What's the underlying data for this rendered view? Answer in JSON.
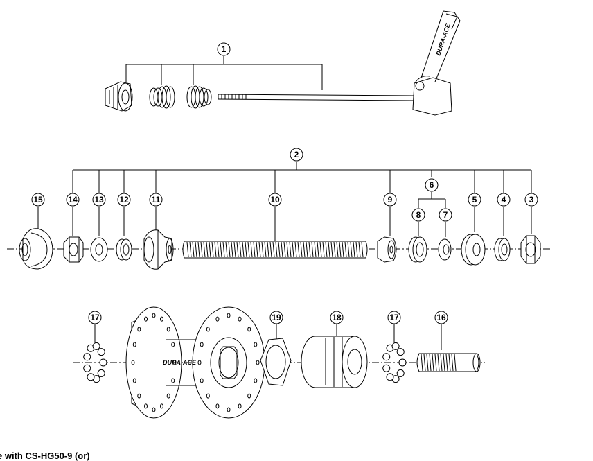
{
  "callouts": {
    "c1": "1",
    "c2": "2",
    "c3": "3",
    "c4": "4",
    "c5": "5",
    "c6": "6",
    "c7": "7",
    "c8": "8",
    "c9": "9",
    "c10": "10",
    "c11": "11",
    "c12": "12",
    "c13": "13",
    "c14": "14",
    "c15": "15",
    "c16": "16",
    "c17a": "17",
    "c17b": "17",
    "c18": "18",
    "c19": "19"
  },
  "hub_logo": "DURA-ACE",
  "lever_logo": "DURA-ACE",
  "caption": "e with CS-HG50-9 (or)"
}
